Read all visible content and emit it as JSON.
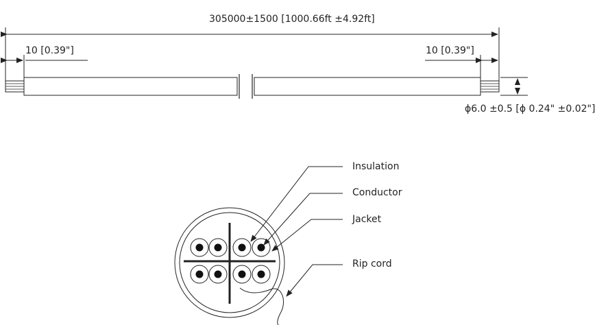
{
  "dimensions": {
    "overall_length": "305000±1500 [1000.66ft ±4.92ft]",
    "strip_left": "10 [0.39\"]",
    "strip_right": "10 [0.39\"]",
    "diameter": "ϕ6.0 ±0.5 [ϕ 0.24\" ±0.02\"]"
  },
  "cross_section": {
    "callouts": [
      "Insulation",
      "Conductor",
      "Jacket",
      "Rip cord"
    ]
  }
}
